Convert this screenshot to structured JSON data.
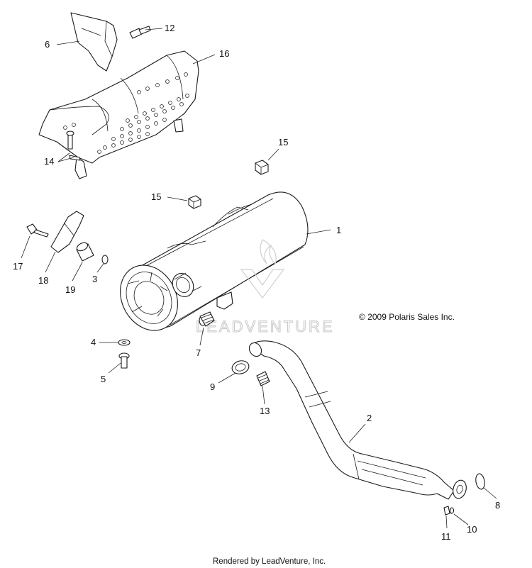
{
  "diagram": {
    "copyright": "© 2009 Polaris Sales Inc.",
    "watermark": "LEADVENTURE",
    "footer": "Rendered by LeadVenture, Inc.",
    "callouts": {
      "c1": "1",
      "c2": "2",
      "c3": "3",
      "c4": "4",
      "c5": "5",
      "c6": "6",
      "c7": "7",
      "c8": "8",
      "c9": "9",
      "c10": "10",
      "c11": "11",
      "c12": "12",
      "c13": "13",
      "c14": "14",
      "c15a": "15",
      "c15b": "15",
      "c16": "16",
      "c17": "17",
      "c18": "18",
      "c19": "19"
    }
  }
}
